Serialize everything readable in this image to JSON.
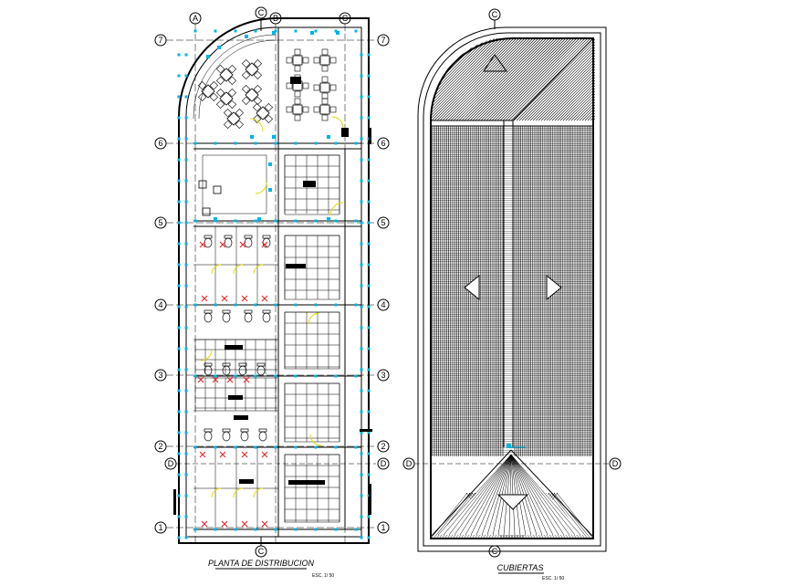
{
  "drawings": {
    "plan": {
      "title": "PLANTA DE DISTRIBUCION",
      "scale": "ESC. 1/ 50",
      "column_grid": [
        "A",
        "B",
        "C"
      ],
      "row_grid": [
        "7",
        "6",
        "5",
        "4",
        "3",
        "2",
        "1"
      ],
      "section_marks": [
        "C",
        "C",
        "D",
        "D"
      ]
    },
    "roof": {
      "title": "CUBIERTAS",
      "scale": "ESC. 1/ 50",
      "section_marks": [
        "C",
        "C",
        "D",
        "D"
      ]
    }
  },
  "colors": {
    "linework": "#000000",
    "dimension_marks": "#00b4e6",
    "door_swings": "#e6d800",
    "hatch_marks": "#e03030",
    "background": "#ffffff"
  }
}
